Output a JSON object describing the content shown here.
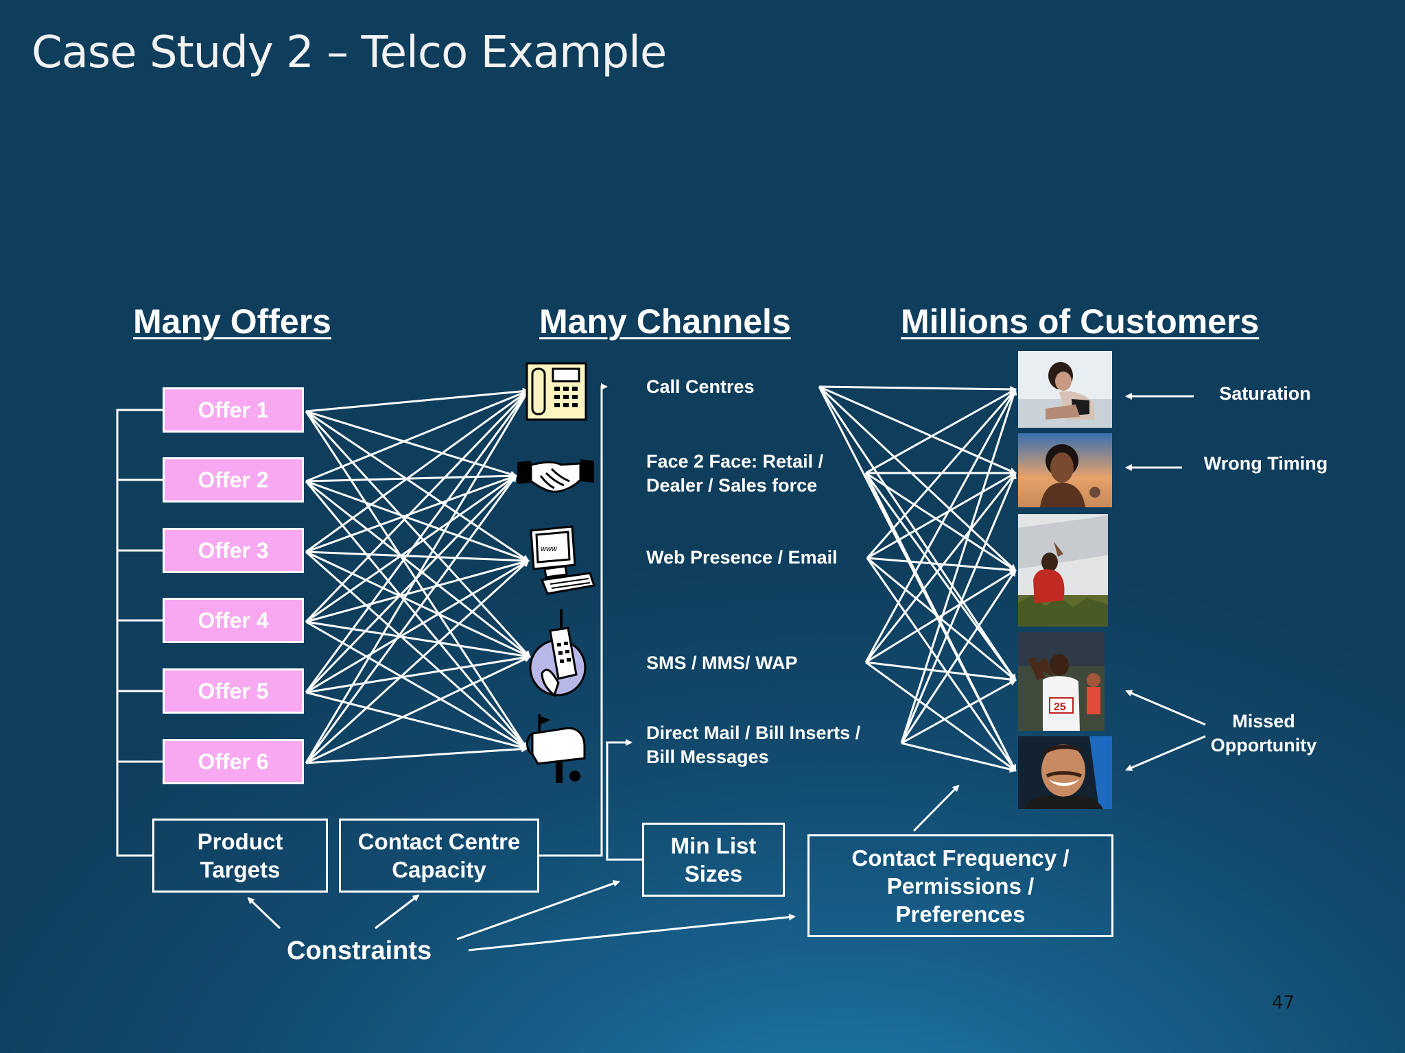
{
  "slide": {
    "title": "Case Study 2 – Telco Example",
    "page_number": "47"
  },
  "headings": {
    "offers": "Many Offers",
    "channels": "Many Channels",
    "customers": "Millions of Customers"
  },
  "offers": [
    "Offer 1",
    "Offer 2",
    "Offer 3",
    "Offer 4",
    "Offer 5",
    "Offer 6"
  ],
  "channels": [
    {
      "label": "Call Centres",
      "icon": "telephone-icon"
    },
    {
      "label": "Face 2 Face: Retail /\nDealer / Sales force",
      "icon": "handshake-icon"
    },
    {
      "label": "Web Presence / Email",
      "icon": "computer-icon"
    },
    {
      "label": "SMS /  MMS/ WAP",
      "icon": "mobile-phone-icon"
    },
    {
      "label": "Direct Mail / Bill Inserts /\nBill Messages",
      "icon": "mailbox-icon"
    }
  ],
  "customers": [
    {
      "icon": "woman-leaning-photo"
    },
    {
      "icon": "woman-portrait-photo"
    },
    {
      "icon": "woman-outdoors-photo"
    },
    {
      "icon": "runner-photo"
    },
    {
      "icon": "smiling-man-photo"
    }
  ],
  "issues": {
    "saturation": "Saturation",
    "wrong_timing": "Wrong Timing",
    "missed_opportunity": "Missed\nOpportunity"
  },
  "constraints": {
    "label": "Constraints",
    "product_targets": "Product\nTargets",
    "contact_centre_capacity": "Contact Centre\nCapacity",
    "min_list_sizes": "Min List\nSizes",
    "contact_frequency": "Contact Frequency /\nPermissions /\nPreferences"
  },
  "colors": {
    "offer_fill": "#f7a8f0",
    "background_dark": "#0f3d5c",
    "background_light": "#1f7fb0",
    "line": "#ffffff"
  }
}
